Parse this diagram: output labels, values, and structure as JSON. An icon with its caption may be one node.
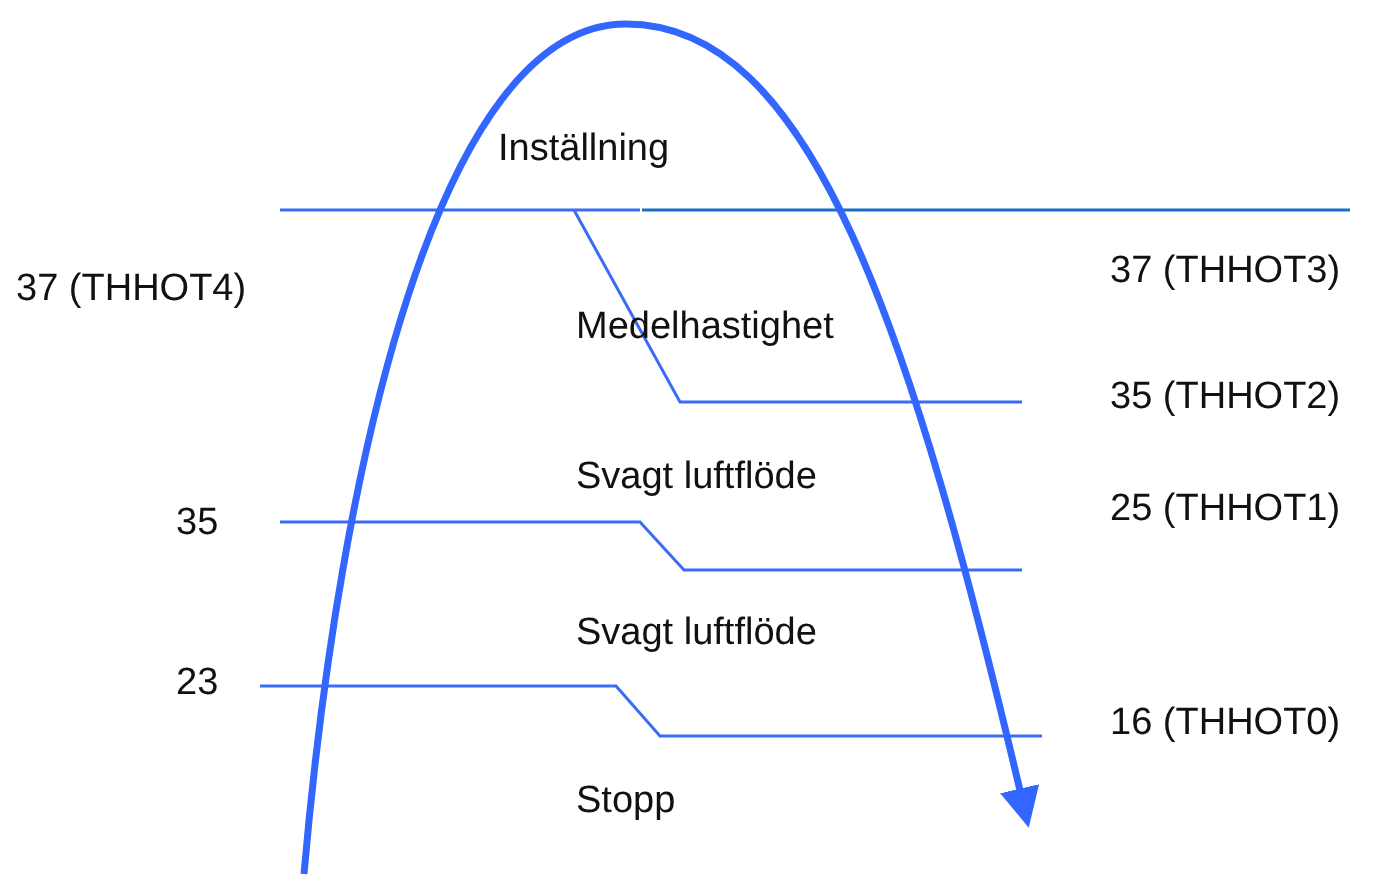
{
  "diagram": {
    "labels": [
      "Inställning",
      "37 (THHOT4)",
      "37 (THHOT3)",
      "Medelhastighet",
      "35 (THHOT2)",
      "Svagt luftflöde",
      "35",
      "25 (THHOT1)",
      "Svagt luftflöde",
      "23",
      "16 (THHOT0)",
      "Stopp"
    ]
  }
}
